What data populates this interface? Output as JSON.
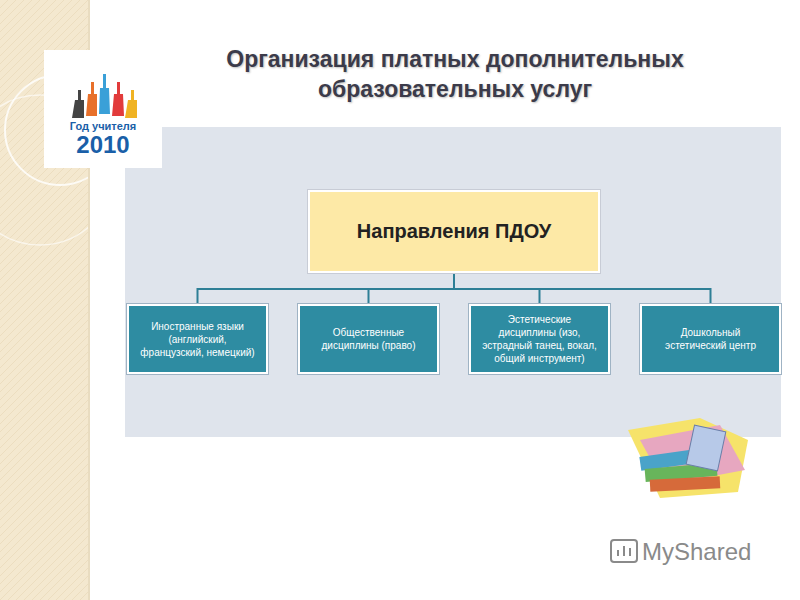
{
  "diagram": {
    "title": "Организация платных дополнительных образовательных услуг",
    "nodes": [
      {
        "text": [
          "Направления ПДОУ"
        ]
      },
      {
        "text": [
          "Иностранные языки (английский, французский, немецкий)"
        ]
      },
      {
        "text": [
          "Общественные дисциплины (право)"
        ]
      },
      {
        "text": [
          "Эстетические дисциплины (изо, эстрадный танец, вокал, общий инструмент)"
        ]
      },
      {
        "text": [
          "Дошкольный эстетический центр"
        ]
      }
    ],
    "edges": [
      {
        "from": 0,
        "to": 1,
        "arrow": "none"
      },
      {
        "from": 0,
        "to": 2,
        "arrow": "none"
      },
      {
        "from": 0,
        "to": 3,
        "arrow": "none"
      },
      {
        "from": 0,
        "to": 4,
        "arrow": "none"
      }
    ],
    "labels": [
      "Год учителя",
      "2010",
      "MyShared"
    ]
  }
}
